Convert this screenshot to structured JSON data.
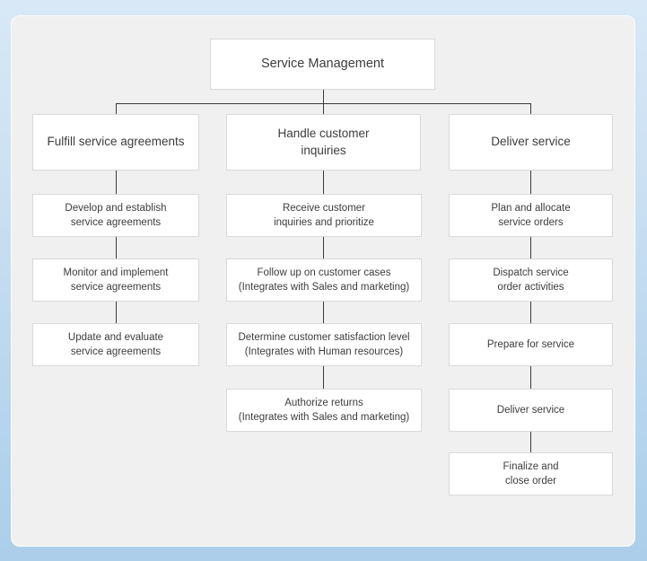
{
  "diagram": {
    "root": {
      "label": "Service Management"
    },
    "branches": [
      {
        "label": "Fulfill service agreements",
        "children": [
          "Develop and establish\nservice agreements",
          "Monitor and implement\nservice agreements",
          "Update and evaluate\nservice agreements"
        ]
      },
      {
        "label": "Handle customer\ninquiries",
        "children": [
          "Receive customer\ninquiries and prioritize",
          "Follow up on customer cases\n(Integrates with Sales and marketing)",
          "Determine customer satisfaction level\n(Integrates with Human resources)",
          "Authorize returns\n(Integrates with Sales and marketing)"
        ]
      },
      {
        "label": "Deliver service",
        "children": [
          "Plan and allocate\nservice orders",
          "Dispatch service\norder activities",
          "Prepare for service",
          "Deliver service",
          "Finalize and\nclose order"
        ]
      }
    ],
    "colors": {
      "background_top": "#d8e8f7",
      "background_bottom": "#abceea",
      "panel": "#f0f0f0",
      "node_fill": "#ffffff",
      "node_border": "#d9d9d9",
      "connector": "#3a3a3a",
      "text": "#3d3d3d"
    }
  }
}
